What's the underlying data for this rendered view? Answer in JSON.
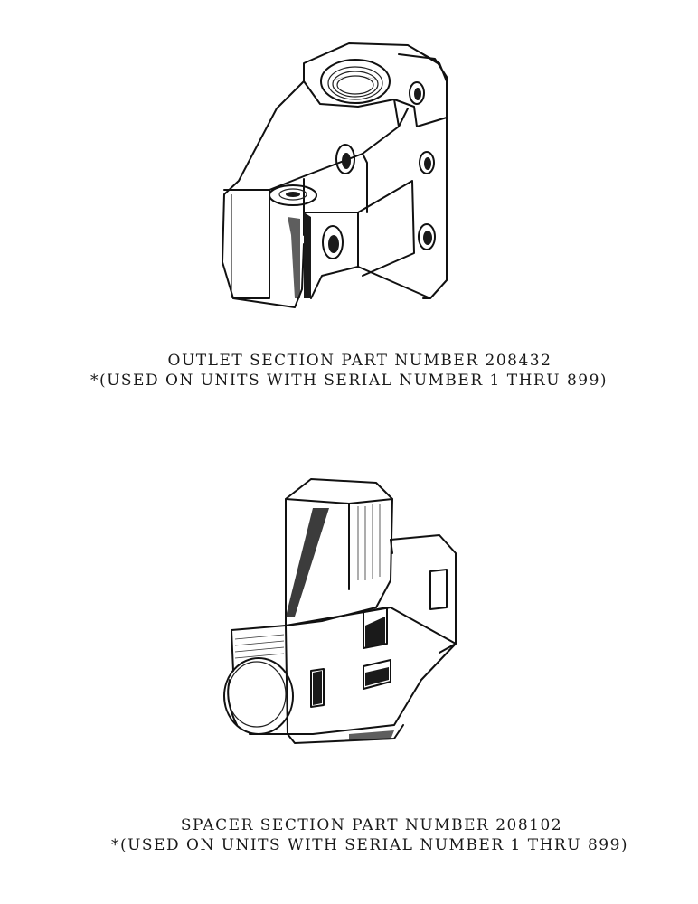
{
  "outlet_section": {
    "caption_line1": "OUTLET SECTION PART NUMBER 208432",
    "caption_line2": "*(USED ON UNITS WITH SERIAL NUMBER 1 THRU 899)"
  },
  "spacer_section": {
    "caption_line1": "SPACER SECTION PART NUMBER  208102",
    "caption_line2": "*(USED ON UNITS WITH SERIAL NUMBER 1 THRU 899)"
  }
}
